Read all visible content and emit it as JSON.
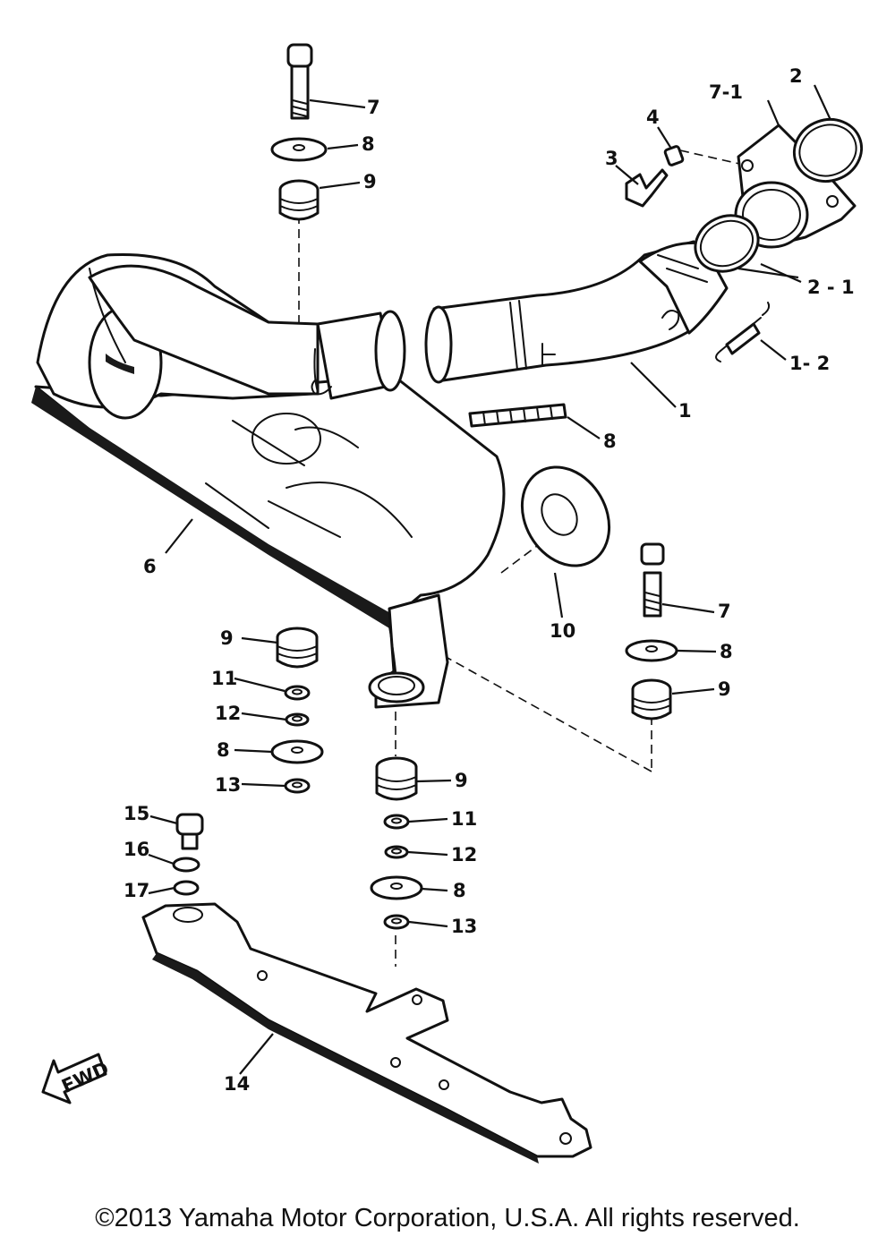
{
  "labels": {
    "l7a": "7",
    "l8a": "8",
    "l9a": "9",
    "l71": "7-1",
    "l2": "2",
    "l4": "4",
    "l3": "3",
    "l21": "2 - 1",
    "l12a": "1- 2",
    "l1": "1",
    "l8s": "8",
    "l6": "6",
    "l10": "10",
    "l7b": "7",
    "l8b": "8",
    "l9b": "9",
    "l9c": "9",
    "l11a": "11",
    "l12b": "12",
    "l8c": "8",
    "l13a": "13",
    "l9d": "9",
    "l11b": "11",
    "l12c": "12",
    "l8d": "8",
    "l13b": "13",
    "l15": "15",
    "l16": "16",
    "l17": "17",
    "l14": "14"
  },
  "fwd_arrow": "FWD",
  "copyright": "©2013 Yamaha Motor Corporation, U.S.A. All rights reserved."
}
